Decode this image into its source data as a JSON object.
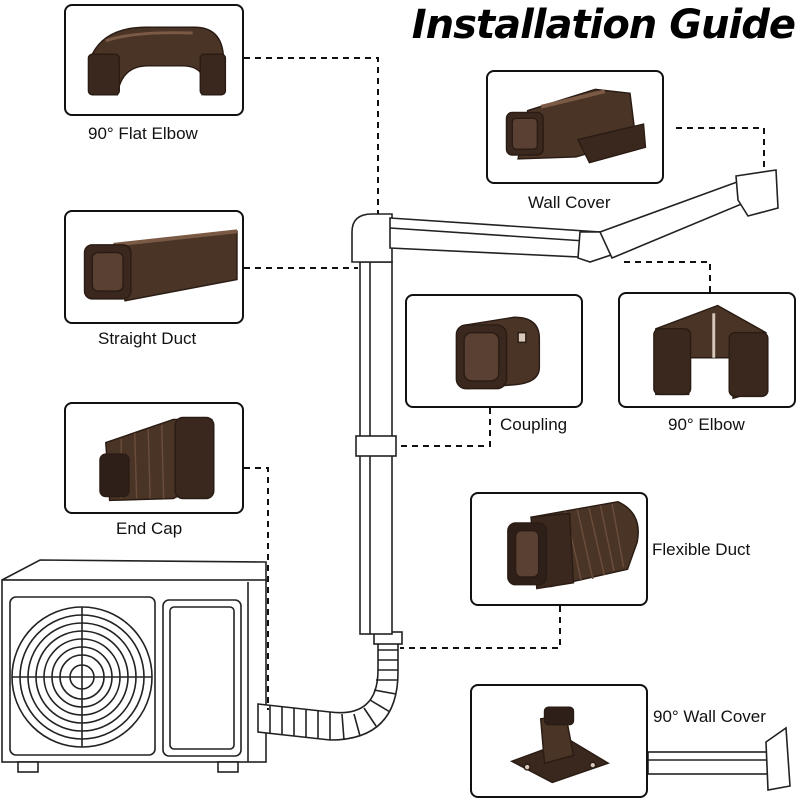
{
  "title": "Installation Guide",
  "colors": {
    "duct_brown": "#4a3426",
    "duct_highlight": "#7a5a45",
    "line_art": "#222222",
    "leader": "#111111"
  },
  "components": [
    {
      "id": "flat-elbow",
      "label": "90° Flat Elbow",
      "icon": "flat-elbow-part-icon"
    },
    {
      "id": "straight-duct",
      "label": "Straight Duct",
      "icon": "straight-duct-part-icon"
    },
    {
      "id": "end-cap",
      "label": "End Cap",
      "icon": "end-cap-part-icon"
    },
    {
      "id": "wall-cover",
      "label": "Wall Cover",
      "icon": "wall-cover-part-icon"
    },
    {
      "id": "coupling",
      "label": "Coupling",
      "icon": "coupling-part-icon"
    },
    {
      "id": "elbow",
      "label": "90° Elbow",
      "icon": "elbow-part-icon"
    },
    {
      "id": "flexible-duct",
      "label": "Flexible Duct",
      "icon": "flexible-duct-part-icon"
    },
    {
      "id": "wall-cover-90",
      "label": "90° Wall Cover",
      "icon": "wall-cover-90-part-icon"
    }
  ]
}
